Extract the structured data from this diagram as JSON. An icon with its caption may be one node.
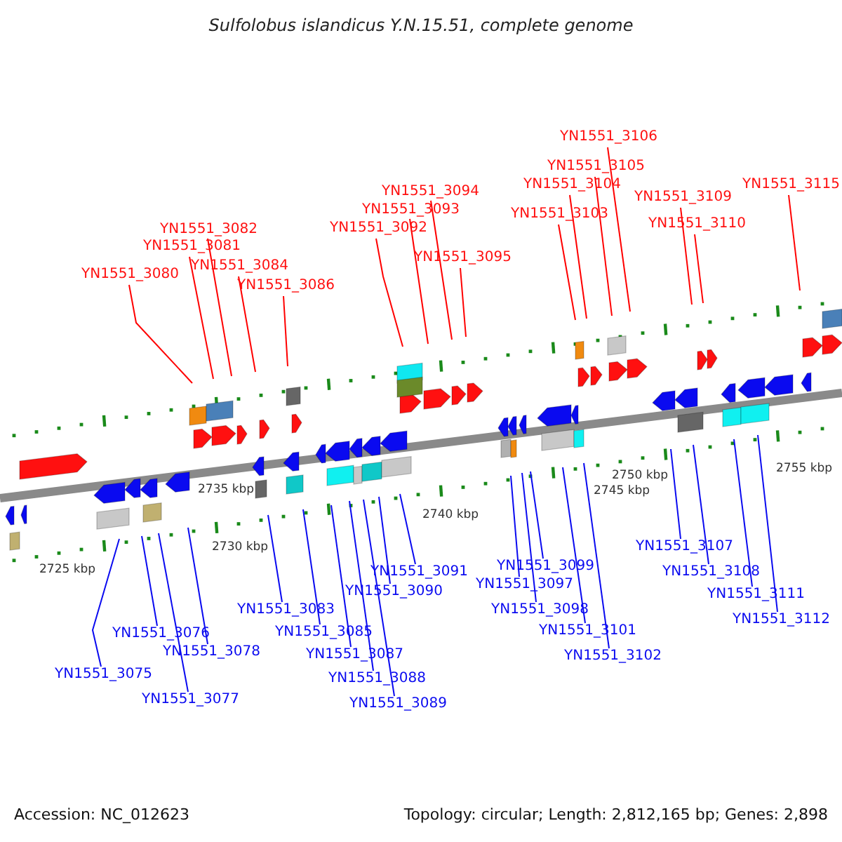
{
  "diagram": {
    "title": "Sulfolobus islandicus Y.N.15.51, complete genome",
    "nodes": [
      {
        "text": [
          "YN1551_3080"
        ]
      },
      {
        "text": [
          "YN1551_3081"
        ]
      },
      {
        "text": [
          "YN1551_3082"
        ]
      },
      {
        "text": [
          "YN1551_3084"
        ]
      },
      {
        "text": [
          "YN1551_3086"
        ]
      },
      {
        "text": [
          "YN1551_3092"
        ]
      },
      {
        "text": [
          "YN1551_3093"
        ]
      },
      {
        "text": [
          "YN1551_3094"
        ]
      },
      {
        "text": [
          "YN1551_3095"
        ]
      },
      {
        "text": [
          "YN1551_3103"
        ]
      },
      {
        "text": [
          "YN1551_3104"
        ]
      },
      {
        "text": [
          "YN1551_3105"
        ]
      },
      {
        "text": [
          "YN1551_3106"
        ]
      },
      {
        "text": [
          "YN1551_3109"
        ]
      },
      {
        "text": [
          "YN1551_3110"
        ]
      },
      {
        "text": [
          "YN1551_3115"
        ]
      },
      {
        "text": [
          "YN1551_3075"
        ]
      },
      {
        "text": [
          "YN1551_3076"
        ]
      },
      {
        "text": [
          "YN1551_3077"
        ]
      },
      {
        "text": [
          "YN1551_3078"
        ]
      },
      {
        "text": [
          "YN1551_3083"
        ]
      },
      {
        "text": [
          "YN1551_3085"
        ]
      },
      {
        "text": [
          "YN1551_3087"
        ]
      },
      {
        "text": [
          "YN1551_3088"
        ]
      },
      {
        "text": [
          "YN1551_3089"
        ]
      },
      {
        "text": [
          "YN1551_3090"
        ]
      },
      {
        "text": [
          "YN1551_3091"
        ]
      },
      {
        "text": [
          "YN1551_3097"
        ]
      },
      {
        "text": [
          "YN1551_3098"
        ]
      },
      {
        "text": [
          "YN1551_3099"
        ]
      },
      {
        "text": [
          "YN1551_3101"
        ]
      },
      {
        "text": [
          "YN1551_3102"
        ]
      },
      {
        "text": [
          "YN1551_3107"
        ]
      },
      {
        "text": [
          "YN1551_3108"
        ]
      },
      {
        "text": [
          "YN1551_3111"
        ]
      },
      {
        "text": [
          "YN1551_3112"
        ]
      }
    ],
    "edges": [
      {
        "from": 0,
        "to": null,
        "arrow": "none",
        "color": "#ff0000"
      },
      {
        "from": 1,
        "to": null,
        "arrow": "none",
        "color": "#ff0000"
      },
      {
        "from": 2,
        "to": null,
        "arrow": "none",
        "color": "#ff0000"
      },
      {
        "from": 3,
        "to": null,
        "arrow": "none",
        "color": "#ff0000"
      },
      {
        "from": 4,
        "to": null,
        "arrow": "none",
        "color": "#ff0000"
      },
      {
        "from": 5,
        "to": null,
        "arrow": "none",
        "color": "#ff0000"
      },
      {
        "from": 6,
        "to": null,
        "arrow": "none",
        "color": "#ff0000"
      },
      {
        "from": 7,
        "to": null,
        "arrow": "none",
        "color": "#ff0000"
      },
      {
        "from": 8,
        "to": null,
        "arrow": "none",
        "color": "#ff0000"
      },
      {
        "from": 9,
        "to": null,
        "arrow": "none",
        "color": "#ff0000"
      },
      {
        "from": 10,
        "to": null,
        "arrow": "none",
        "color": "#ff0000"
      },
      {
        "from": 11,
        "to": null,
        "arrow": "none",
        "color": "#ff0000"
      },
      {
        "from": 12,
        "to": null,
        "arrow": "none",
        "color": "#ff0000"
      },
      {
        "from": 13,
        "to": null,
        "arrow": "none",
        "color": "#ff0000"
      },
      {
        "from": 14,
        "to": null,
        "arrow": "none",
        "color": "#ff0000"
      },
      {
        "from": 15,
        "to": null,
        "arrow": "none",
        "color": "#ff0000"
      },
      {
        "from": 16,
        "to": null,
        "arrow": "none"
      },
      {
        "from": 17,
        "to": null,
        "arrow": "none"
      },
      {
        "from": 18,
        "to": null,
        "arrow": "none"
      },
      {
        "from": 19,
        "to": null,
        "arrow": "none"
      },
      {
        "from": 20,
        "to": null,
        "arrow": "none"
      },
      {
        "from": 21,
        "to": null,
        "arrow": "none"
      },
      {
        "from": 22,
        "to": null,
        "arrow": "none"
      },
      {
        "from": 23,
        "to": null,
        "arrow": "none"
      },
      {
        "from": 24,
        "to": null,
        "arrow": "none"
      },
      {
        "from": 25,
        "to": null,
        "arrow": "none"
      },
      {
        "from": 26,
        "to": null,
        "arrow": "none"
      },
      {
        "from": 27,
        "to": null,
        "arrow": "none"
      },
      {
        "from": 28,
        "to": null,
        "arrow": "none"
      },
      {
        "from": 29,
        "to": null,
        "arrow": "none"
      },
      {
        "from": 30,
        "to": null,
        "arrow": "none"
      },
      {
        "from": 31,
        "to": null,
        "arrow": "none"
      },
      {
        "from": 32,
        "to": null,
        "arrow": "none"
      },
      {
        "from": 33,
        "to": null,
        "arrow": "none"
      },
      {
        "from": 34,
        "to": null,
        "arrow": "none"
      },
      {
        "from": 35,
        "to": null,
        "arrow": "none"
      }
    ],
    "labels": [
      "2725 kbp",
      "2730 kbp",
      "2735 kbp",
      "2740 kbp",
      "2745 kbp",
      "2750 kbp",
      "2755 kbp",
      "Accession: NC_012623",
      "Topology: circular; Length: 2,812,165 bp; Genes: 2,898"
    ]
  }
}
